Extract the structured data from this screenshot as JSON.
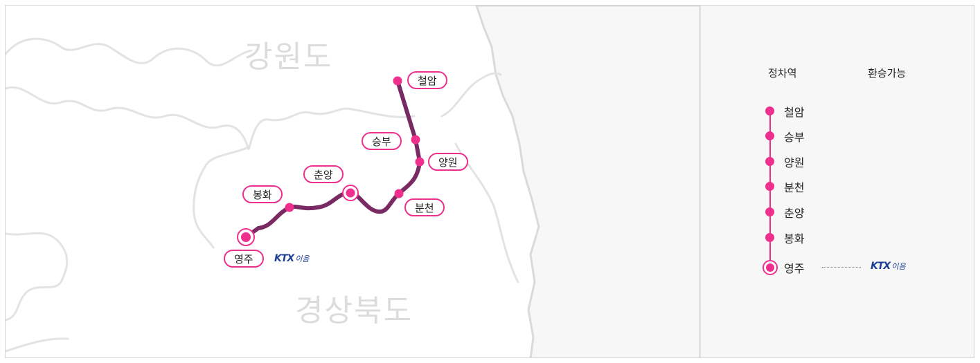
{
  "map": {
    "regions": [
      "강원도",
      "경상북도"
    ],
    "line_color": "#7a2a62",
    "station_color": "#ee2f8e",
    "stations": [
      {
        "name": "철암",
        "type": "stop"
      },
      {
        "name": "승부",
        "type": "stop"
      },
      {
        "name": "양원",
        "type": "stop"
      },
      {
        "name": "분천",
        "type": "stop"
      },
      {
        "name": "춘양",
        "type": "major"
      },
      {
        "name": "봉화",
        "type": "stop"
      },
      {
        "name": "영주",
        "type": "major"
      }
    ],
    "transfer_logo": {
      "ktx": "KTX",
      "eum": "이음"
    }
  },
  "panel": {
    "col_stations": "정차역",
    "col_transfer": "환승가능",
    "stations": [
      "철암",
      "승부",
      "양원",
      "분천",
      "춘양",
      "봉화",
      "영주"
    ],
    "transfer": {
      "station": "영주",
      "ktx": "KTX",
      "eum": "이음"
    }
  }
}
